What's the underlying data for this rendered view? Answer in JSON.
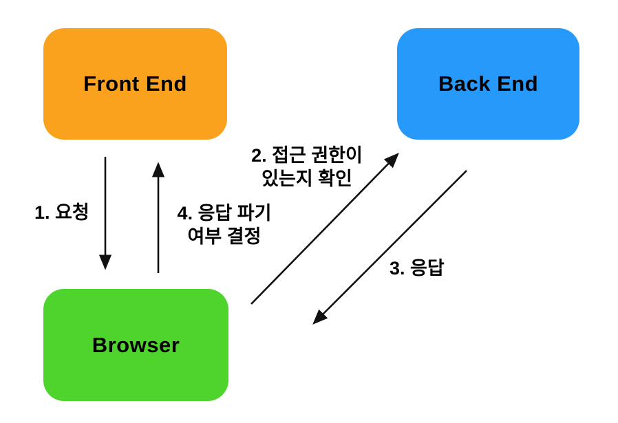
{
  "diagram": {
    "background": "#FFFFFF",
    "arrow_color": "#111111",
    "nodes": {
      "front_end": {
        "label": "Front End",
        "color": "#FAA21E",
        "text_color": "#000000"
      },
      "back_end": {
        "label": "Back End",
        "color": "#2699FB",
        "text_color": "#000000"
      },
      "browser": {
        "label": "Browser",
        "color": "#4FD32D",
        "text_color": "#000000"
      }
    },
    "edges": {
      "request": {
        "label": "1. 요청",
        "from": "Front End",
        "to": "Browser"
      },
      "auth_check": {
        "label_line1": "2. 접근 권한이",
        "label_line2": "있는지 확인",
        "from": "Browser",
        "to": "Back End"
      },
      "response": {
        "label": "3. 응답",
        "from": "Back End",
        "to": "Browser"
      },
      "discard_decision": {
        "label_line1": "4. 응답 파기",
        "label_line2": "여부 결정",
        "from": "Browser",
        "to": "Front End"
      }
    }
  }
}
